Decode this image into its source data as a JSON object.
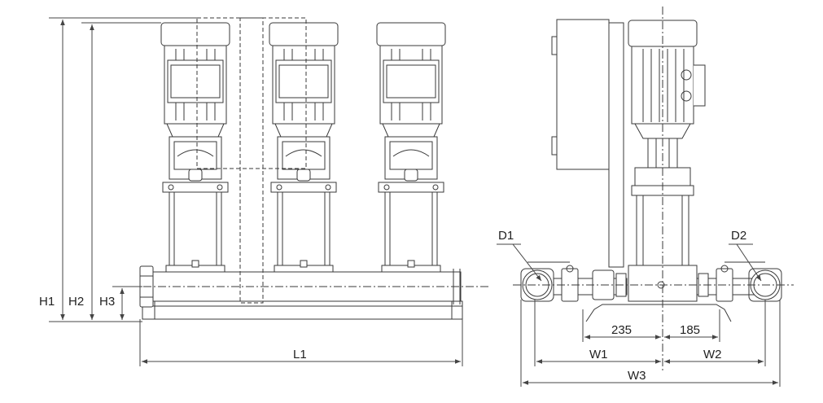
{
  "colors": {
    "line": "#3a3a3a",
    "dim": "#444444",
    "fill": "#ffffff"
  },
  "front_view": {
    "labels": {
      "h1": "H1",
      "h2": "H2",
      "h3": "H3",
      "l1": "L1"
    }
  },
  "side_view": {
    "labels": {
      "d1": "D1",
      "d2": "D2",
      "w1": "W1",
      "w2": "W2",
      "w3": "W3",
      "dim_left": "235",
      "dim_right": "185"
    }
  }
}
